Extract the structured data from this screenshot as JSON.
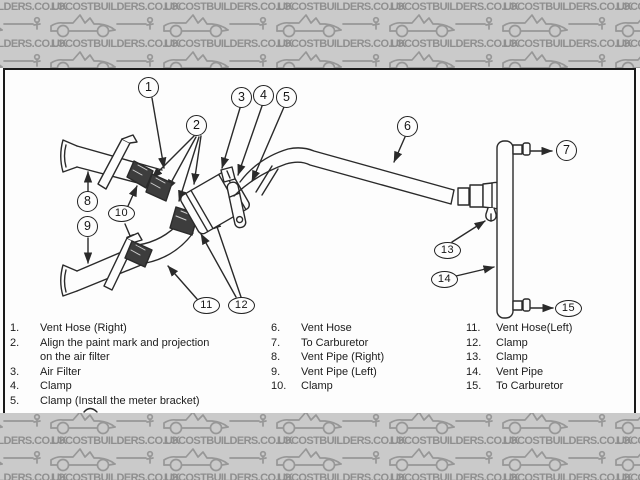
{
  "watermark": {
    "text": "LOCOSTBUILDERS.CO.UK"
  },
  "colors": {
    "band_background": "#cacaca",
    "band_foreground": "#8f8f8f",
    "paper": "#fdfdfd",
    "ink": "#222222"
  },
  "diagram": {
    "callouts": [
      "1",
      "2",
      "3",
      "4",
      "5",
      "6",
      "7",
      "8",
      "9",
      "10",
      "11",
      "12",
      "13",
      "14",
      "15"
    ]
  },
  "legend": {
    "col1": [
      {
        "num": "1.",
        "text": "Vent Hose (Right)"
      },
      {
        "num": "2.",
        "text": "Align the paint mark and projection",
        "text2": "on the air filter"
      },
      {
        "num": "3.",
        "text": "Air Filter"
      },
      {
        "num": "4.",
        "text": "Clamp"
      },
      {
        "num": "5.",
        "text": "Clamp (Install the meter bracket)"
      }
    ],
    "col2": [
      {
        "num": "6.",
        "text": "Vent Hose"
      },
      {
        "num": "7.",
        "text": "To Carburetor"
      },
      {
        "num": "8.",
        "text": "Vent Pipe (Right)"
      },
      {
        "num": "9.",
        "text": "Vent Pipe (Left)"
      },
      {
        "num": "10.",
        "text": "Clamp"
      }
    ],
    "col3": [
      {
        "num": "11.",
        "text": "Vent Hose(Left)"
      },
      {
        "num": "12.",
        "text": "Clamp"
      },
      {
        "num": "13.",
        "text": "Clamp"
      },
      {
        "num": "14.",
        "text": "Vent Pipe"
      },
      {
        "num": "15.",
        "text": "To Carburetor"
      }
    ]
  }
}
